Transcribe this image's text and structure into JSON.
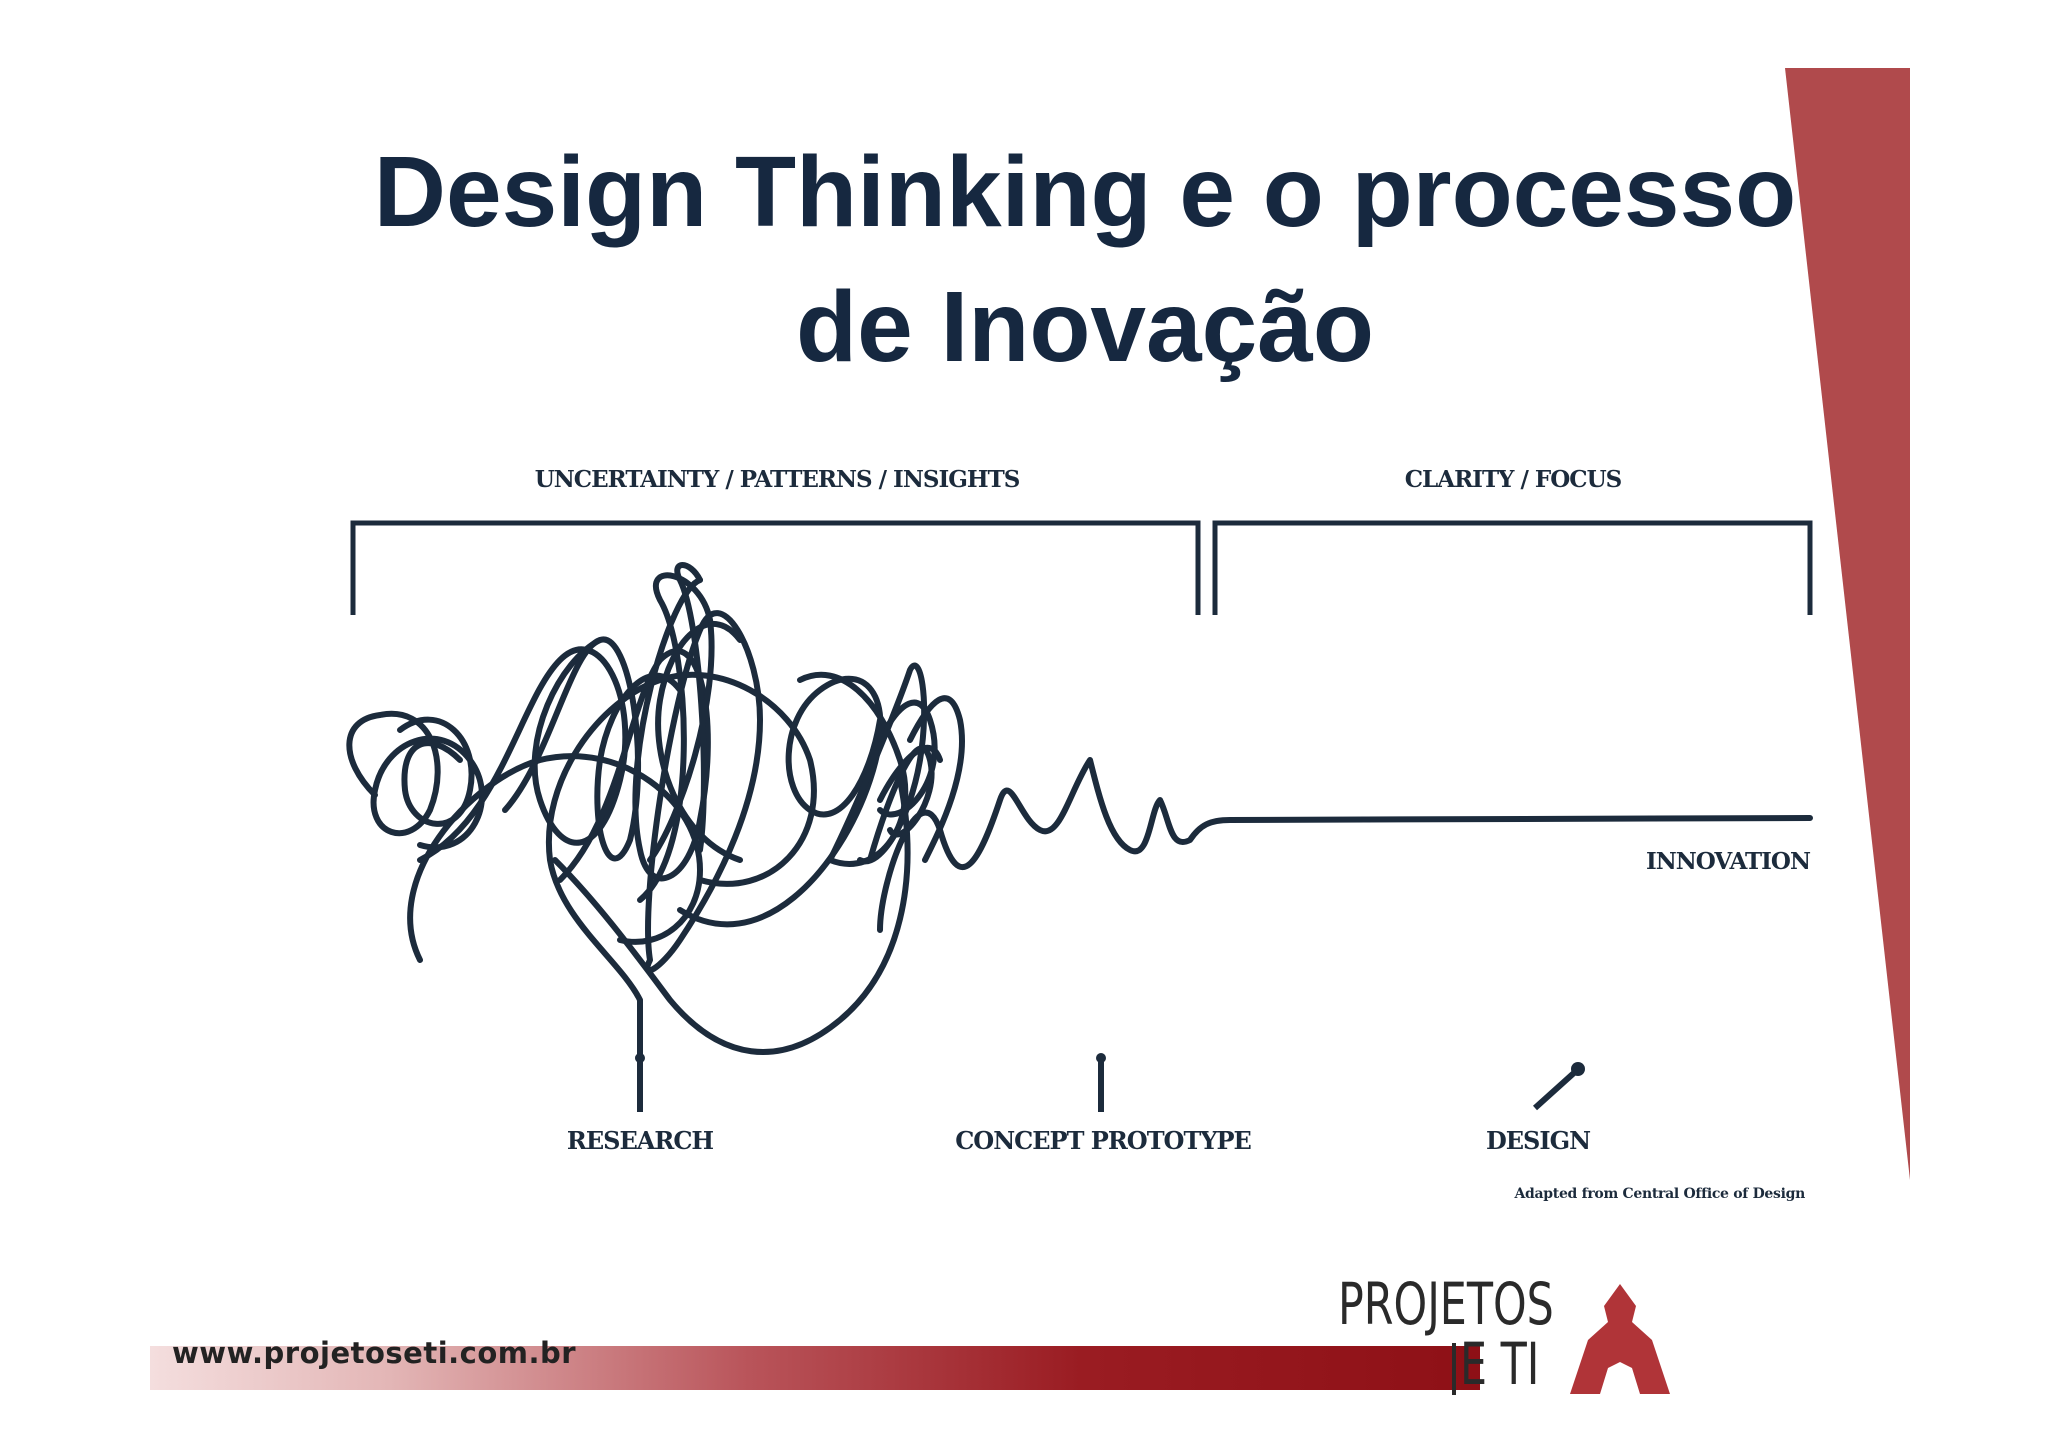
{
  "title": {
    "line1": "Design Thinking e o processo",
    "line2": "de Inovação"
  },
  "diagram": {
    "phase_left": "UNCERTAINTY / PATTERNS / INSIGHTS",
    "phase_right": "CLARITY / FOCUS",
    "end_label": "INNOVATION",
    "stages": [
      "RESEARCH",
      "CONCEPT PROTOTYPE",
      "DESIGN"
    ],
    "credit": "Adapted from Central Office of Design"
  },
  "footer": {
    "url": "www.projetoseti.com.br"
  },
  "logo": {
    "line1": "PROJETOS",
    "line2": "E TI"
  },
  "colors": {
    "title": "#162840",
    "accent": "#b04a4c",
    "footer_dark": "#8e1016",
    "ink": "#1c2b3c"
  }
}
